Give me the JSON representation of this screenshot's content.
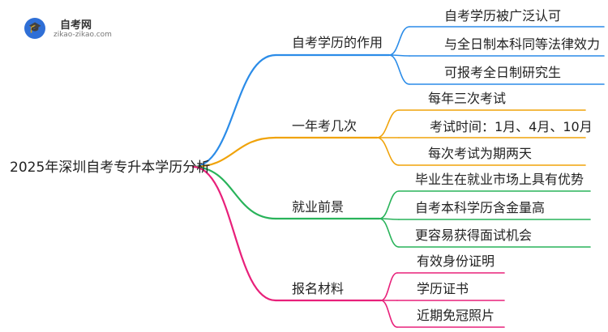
{
  "logo": {
    "name": "自考网",
    "url": "zikao-zikao.com"
  },
  "root": "2025年深圳自考专升本学历分析",
  "branches": [
    {
      "label": "自考学历的作用",
      "color": "#2b8ce8",
      "leaves": [
        "自考学历被广泛认可",
        "与全日制本科同等法律效力",
        "可报考全日制研究生"
      ]
    },
    {
      "label": "一年考几次",
      "color": "#f0a30a",
      "leaves": [
        "每年三次考试",
        "考试时间：1月、4月、10月",
        "每次考试为期两天"
      ]
    },
    {
      "label": "就业前景",
      "color": "#29b35a",
      "leaves": [
        "毕业生在就业市场上具有优势",
        "自考本科学历含金量高",
        "更容易获得面试机会"
      ]
    },
    {
      "label": "报名材料",
      "color": "#e8207a",
      "leaves": [
        "有效身份证明",
        "学历证书",
        "近期免冠照片"
      ]
    }
  ]
}
